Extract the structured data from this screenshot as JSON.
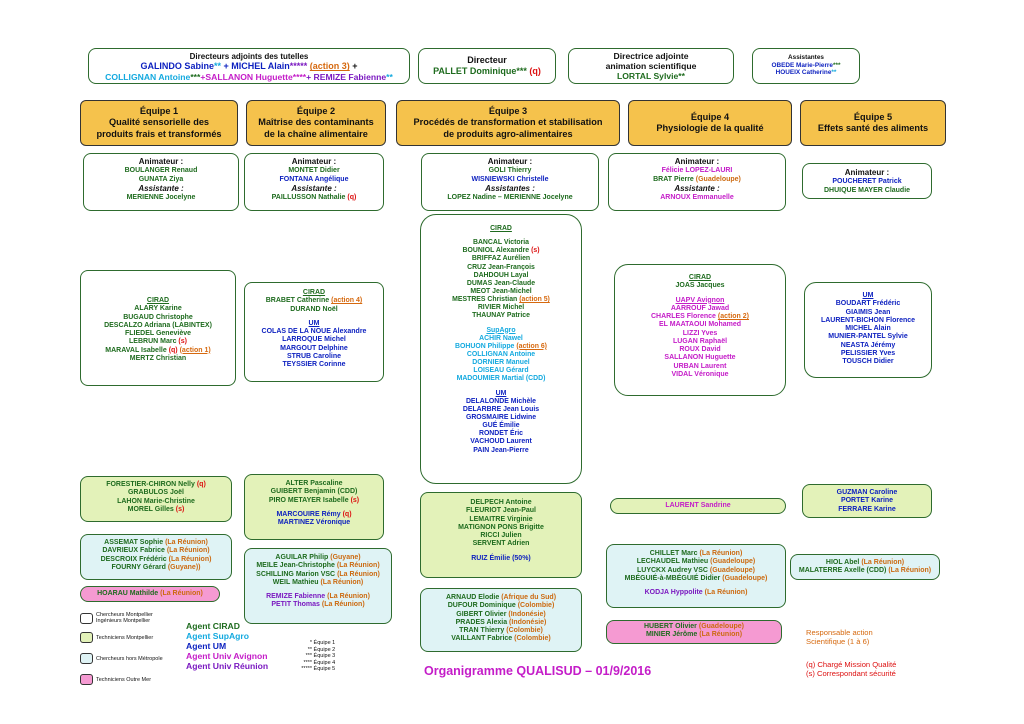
{
  "top": {
    "tutelles": {
      "title": "Directeurs adjoints des tutelles",
      "line2": [
        {
          "text": "GALINDO Sabine",
          "color": "b"
        },
        {
          "text": "**",
          "color": "c"
        },
        {
          "text": " + MICHEL Alain",
          "color": "b"
        },
        {
          "text": "*****",
          "color": "p"
        },
        {
          "text": "  ",
          "color": "k"
        },
        {
          "text": "(action 3)",
          "color": "ou"
        },
        {
          "text": " +",
          "color": "k"
        }
      ],
      "line3": [
        {
          "text": "COLLIGNAN Antoine",
          "color": "c"
        },
        {
          "text": "***",
          "color": "g"
        },
        {
          "text": "+SALLANON Huguette",
          "color": "m"
        },
        {
          "text": "****",
          "color": "m"
        },
        {
          "text": "+ REMIZE Fabienne",
          "color": "p"
        },
        {
          "text": "**",
          "color": "c"
        }
      ]
    },
    "directeur": {
      "title": "Directeur",
      "name": "PALLET Dominique",
      "stars": "***",
      "q": " (q)"
    },
    "adjointe": {
      "title1": "Directrice adjointe",
      "title2": "animation scientifique",
      "name": "LORTAL Sylvie",
      "stars": "**"
    },
    "assistantes": {
      "title": "Assistantes",
      "n1": "OBEDE Marie-Pierre",
      "s1": "***",
      "n2": "HOUEIX Catherine",
      "s2": "**"
    }
  },
  "teams": [
    {
      "l1": "Équipe 1",
      "l2": "Qualité sensorielle des",
      "l3": "produits frais et transformés"
    },
    {
      "l1": "Équipe 2",
      "l2": "Maîtrise des contaminants",
      "l3": "de la chaîne alimentaire"
    },
    {
      "l1": "Équipe 3",
      "l2": "Procédés de transformation et stabilisation",
      "l3": "de produits agro-alimentaires"
    },
    {
      "l1": "Équipe 4",
      "l2": "Physiologie de la qualité",
      "l3": ""
    },
    {
      "l1": "Équipe 5",
      "l2": "Effets santé des aliments",
      "l3": ""
    }
  ],
  "animateurs": [
    {
      "lines": [
        [
          "Animateur :",
          "k t"
        ],
        [
          "BOULANGER Renaud",
          "g"
        ],
        [
          "GUNATA Ziya",
          "g"
        ],
        [
          "Assistante :",
          "k ti"
        ],
        [
          "MERIENNE Jocelyne",
          "g"
        ]
      ]
    },
    {
      "lines": [
        [
          "Animateur :",
          "k t"
        ],
        [
          "MONTET Didier",
          "g"
        ],
        [
          "FONTANA Angélique",
          "b"
        ],
        [
          "Assistante :",
          "k ti"
        ],
        [
          "PAILLUSSON Nathalie",
          "g"
        ]
      ],
      "q": "(q)"
    },
    {
      "lines": [
        [
          "Animateur :",
          "k t"
        ],
        [
          "GOLI Thierry",
          "g"
        ],
        [
          "WISNIEWSKI Christelle",
          "b"
        ],
        [
          "Assistantes :",
          "k ti"
        ],
        [
          "LOPEZ Nadine – MERIENNE Jocelyne",
          "g"
        ]
      ]
    },
    {
      "lines": [
        [
          "Animateur :",
          "k t"
        ],
        [
          "Félicie LOPEZ-LAURI",
          "m"
        ],
        [
          "BRAT Pierre",
          "g"
        ],
        [
          "Assistante :",
          "k ti"
        ],
        [
          "ARNOUX Emmanuelle",
          "m"
        ]
      ],
      "brat_extra": " (Guadeloupe)"
    },
    {
      "lines": [
        [
          "Animateur :",
          "k t"
        ],
        [
          "POUCHERET Patrick",
          "b"
        ],
        [
          "DHUIQUE MAYER  Claudie",
          "g"
        ]
      ]
    }
  ],
  "researchers": {
    "e1": [
      [
        "CIRAD",
        "g u"
      ],
      [
        "ALARY Karine",
        "g"
      ],
      [
        "BUGAUD Christophe",
        "g"
      ],
      [
        "DESCALZO Adriana (LABINTEX)",
        "g"
      ],
      [
        "FLIEDEL Geneviève",
        "g"
      ],
      [
        "LEBRUN Marc",
        "g",
        "(s)",
        "r"
      ],
      [
        "MARAVAL Isabelle",
        "g",
        "(q)",
        "r",
        "(action 1)",
        "ou"
      ],
      [
        "MERTZ Christian",
        "g"
      ]
    ],
    "e2": [
      [
        "CIRAD",
        "g u"
      ],
      [
        "BRABET Catherine",
        "g",
        "(action 4)",
        "ou"
      ],
      [
        "DURAND Noël",
        "g"
      ],
      [
        "",
        ""
      ],
      [
        "UM",
        "b u"
      ],
      [
        "COLAS DE LA NOUE Alexandre",
        "b"
      ],
      [
        "LARROQUE Michel",
        "b"
      ],
      [
        "MARGOUT Delphine",
        "b"
      ],
      [
        "STRUB Caroline",
        "b"
      ],
      [
        "TEYSSIER Corinne",
        "b"
      ]
    ],
    "e3": [
      [
        "CIRAD",
        "g u"
      ],
      [
        "",
        ""
      ],
      [
        "BANCAL Victoria",
        "g"
      ],
      [
        "BOUNIOL Alexandre",
        "g",
        "(s)",
        "r"
      ],
      [
        "BRIFFAZ Aurélien",
        "g"
      ],
      [
        "CRUZ Jean-François",
        "g"
      ],
      [
        "DAHDOUH Layal",
        "g"
      ],
      [
        "DUMAS Jean-Claude",
        "g"
      ],
      [
        "MEOT Jean-Michel",
        "g"
      ],
      [
        "MESTRES Christian",
        "g",
        "(action 5)",
        "ou"
      ],
      [
        "RIVIER Michel",
        "g"
      ],
      [
        "THAUNAY Patrice",
        "g"
      ],
      [
        "",
        ""
      ],
      [
        "SupAgro",
        "c u"
      ],
      [
        "ACHIR Nawel",
        "c"
      ],
      [
        "BOHUON Philippe",
        "c",
        "(action 6)",
        "ou"
      ],
      [
        "COLLIGNAN Antoine",
        "c"
      ],
      [
        "DORNIER Manuel",
        "c"
      ],
      [
        "LOISEAU Gérard",
        "c"
      ],
      [
        "MADOUMIER Martial (CDD)",
        "c"
      ],
      [
        "",
        ""
      ],
      [
        "UM",
        "b u"
      ],
      [
        "DELALONDE Michèle",
        "b"
      ],
      [
        "DELARBRE Jean Louis",
        "b"
      ],
      [
        "GROSMAIRE Lidwine",
        "b"
      ],
      [
        "GUÉ Émilie",
        "b"
      ],
      [
        "RONDET Éric",
        "b"
      ],
      [
        "VACHOUD Laurent",
        "b"
      ],
      [
        "PAIN Jean-Pierre",
        "b"
      ]
    ],
    "e4": [
      [
        "CIRAD",
        "g u"
      ],
      [
        "JOAS Jacques",
        "g"
      ],
      [
        "",
        ""
      ],
      [
        "UAPV Avignon",
        "m u"
      ],
      [
        "AARROUF Jawad",
        "m"
      ],
      [
        "CHARLES Florence",
        "m",
        "(action 2)",
        "ou"
      ],
      [
        "EL MAATAOUI Mohamed",
        "m"
      ],
      [
        "LIZZI Yves",
        "m"
      ],
      [
        "LUGAN Raphaël",
        "m"
      ],
      [
        "ROUX David",
        "m"
      ],
      [
        "SALLANON Huguette",
        "m"
      ],
      [
        "URBAN Laurent",
        "m"
      ],
      [
        "VIDAL Véronique",
        "m"
      ]
    ],
    "e5": [
      [
        "UM",
        "b u"
      ],
      [
        "BOUDART Frédéric",
        "b"
      ],
      [
        "GIAIMIS Jean",
        "b"
      ],
      [
        "LAURENT-BICHON Florence",
        "b"
      ],
      [
        "MICHEL Alain",
        "b"
      ],
      [
        "MUNIER-PANTEL Sylvie",
        "b"
      ],
      [
        "NEASTA Jérémy",
        "b"
      ],
      [
        "PELISSIER Yves",
        "b"
      ],
      [
        "TOUSCH Didier",
        "b"
      ]
    ]
  },
  "techniciens": {
    "e1": [
      [
        "FORESTIER-CHIRON Nelly",
        "g",
        "(q)",
        "r"
      ],
      [
        "GRABULOS Joël",
        "g"
      ],
      [
        "LAHON Marie-Christine",
        "g"
      ],
      [
        "MOREL Gilles",
        "g",
        "(s)",
        "r"
      ]
    ],
    "e2": [
      [
        "ALTER Pascaline",
        "g"
      ],
      [
        "GUIBERT Benjamin (CDD)",
        "g"
      ],
      [
        "PIRO METAYER Isabelle",
        "g",
        "(s)",
        "r"
      ],
      [
        "",
        ""
      ],
      [
        "MARCOUIRE Rémy",
        "b",
        "(q)",
        "r"
      ],
      [
        "MARTINEZ Véronique",
        "b"
      ]
    ],
    "e3": [
      [
        "DELPECH Antoine",
        "g"
      ],
      [
        "FLEURIOT Jean-Paul",
        "g"
      ],
      [
        "LEMAITRE Virginie",
        "g"
      ],
      [
        "MATIGNON PONS Brigitte",
        "g"
      ],
      [
        "RICCI Julien",
        "g"
      ],
      [
        "SERVENT Adrien",
        "g"
      ],
      [
        "",
        ""
      ],
      [
        "RUIZ Émilie (50%)",
        "b"
      ]
    ],
    "e4": [
      [
        "LAURENT Sandrine",
        "m"
      ]
    ],
    "e5": [
      [
        "GUZMAN Caroline",
        "b"
      ],
      [
        "PORTET Karine",
        "b"
      ],
      [
        "FERRARE Karine",
        "b"
      ]
    ]
  },
  "horsmetro": {
    "e1": [
      [
        "ASSEMAT Sophie",
        "g",
        "(La Réunion)",
        "o"
      ],
      [
        "DAVRIEUX Fabrice",
        "g",
        "(La Réunion)",
        "o"
      ],
      [
        "DESCROIX Frédéric",
        "g",
        "(La Réunion)",
        "o"
      ],
      [
        "FOURNY  Gérard",
        "g",
        "(Guyane))",
        "o"
      ]
    ],
    "e2": [
      [
        "AGUILAR Philip",
        "g",
        "(Guyane)",
        "o"
      ],
      [
        "MEILE Jean-Christophe",
        "g",
        "(La Réunion)",
        "o"
      ],
      [
        "SCHILLING Marion VSC",
        "g",
        "(La Réunion)",
        "o"
      ],
      [
        "WEIL Mathieu",
        "g",
        "(La Réunion)",
        "o"
      ],
      [
        "",
        ""
      ],
      [
        "REMIZE Fabienne",
        "p",
        "(La Réunion)",
        "o"
      ],
      [
        "PETIT Thomas",
        "p",
        "(La Réunion)",
        "o"
      ]
    ],
    "e3": [
      [
        "ARNAUD Elodie",
        "g",
        "(Afrique du Sud)",
        "o"
      ],
      [
        "DUFOUR Dominique",
        "g",
        "(Colombie)",
        "o"
      ],
      [
        "GIBERT Olivier",
        "g",
        "(Indonésie)",
        "o"
      ],
      [
        "PRADES Alexia",
        "g",
        "(Indonésie)",
        "o"
      ],
      [
        "TRAN Thierry",
        "g",
        "(Colombie)",
        "o"
      ],
      [
        "VAILLANT Fabrice",
        "g",
        "(Colombie)",
        "o"
      ]
    ],
    "e4": [
      [
        "CHILLET Marc",
        "g",
        "(La Réunion)",
        "o"
      ],
      [
        "LECHAUDEL Mathieu",
        "g",
        "(Guadeloupe)",
        "o"
      ],
      [
        "LUYCKX Audrey VSC",
        "g",
        "(Guadeloupe)",
        "o"
      ],
      [
        "MBÉGUIÉ-à-MBÉGUIÉ Didier",
        "g",
        "(Guadeloupe)",
        "o"
      ],
      [
        "",
        ""
      ],
      [
        "KODJA Hyppolite",
        "p",
        "(La Réunion)",
        "o"
      ]
    ],
    "e5": [
      [
        "HIOL Abel",
        "g",
        "(La Réunion)",
        "o"
      ],
      [
        "MALATERRE Axelle (CDD)",
        "g",
        "(La Réunion)",
        "o"
      ]
    ]
  },
  "outremer": {
    "e1": [
      [
        "HOARAU Mathilde",
        "g",
        "(La Réunion)",
        "o"
      ]
    ],
    "e4": [
      [
        "HUBERT Olivier",
        "g",
        "(Guadeloupe)",
        "o"
      ],
      [
        "MINIER Jérôme",
        "g",
        "(La Réunion)",
        "o"
      ]
    ]
  },
  "legend": {
    "chercheurs": "Chercheurs Montpellier",
    "ingenieurs": "Ingénieurs Montpellier",
    "techniciens": "Techniciens Montpellier",
    "hors": "Chercheurs hors Métropole",
    "outremer": "Techniciens Outre Mer",
    "agents": [
      [
        "Agent CIRAD",
        "g"
      ],
      [
        "Agent SupAgro",
        "c"
      ],
      [
        "Agent UM",
        "b"
      ],
      [
        "Agent Univ Avignon",
        "m"
      ],
      [
        "Agent Univ Réunion",
        "p"
      ]
    ],
    "stars": [
      [
        "*",
        "Équipe 1"
      ],
      [
        "**",
        "Équipe 2"
      ],
      [
        "***",
        "Équipe 3"
      ],
      [
        "****",
        "Équipe 4"
      ],
      [
        "*****",
        "Équipe 5"
      ]
    ],
    "title": "Organigramme QUALISUD – 01/9/2016",
    "resp1": "Responsable action",
    "resp2": "Scientifique (1 à 6)",
    "q": "(q) Chargé Mission Qualité",
    "s": "(s) Correspondant sécurité"
  },
  "colors": {
    "g": "#1e6b1e",
    "b": "#0b1fbf",
    "c": "#13a9df",
    "m": "#c41cc8",
    "p": "#7a18c0",
    "o": "#cc6a10",
    "r": "#dd1111",
    "team": "#f5c24c",
    "tech": "#e3f2b9",
    "hors": "#dff3f5",
    "om": "#f59ad2"
  }
}
